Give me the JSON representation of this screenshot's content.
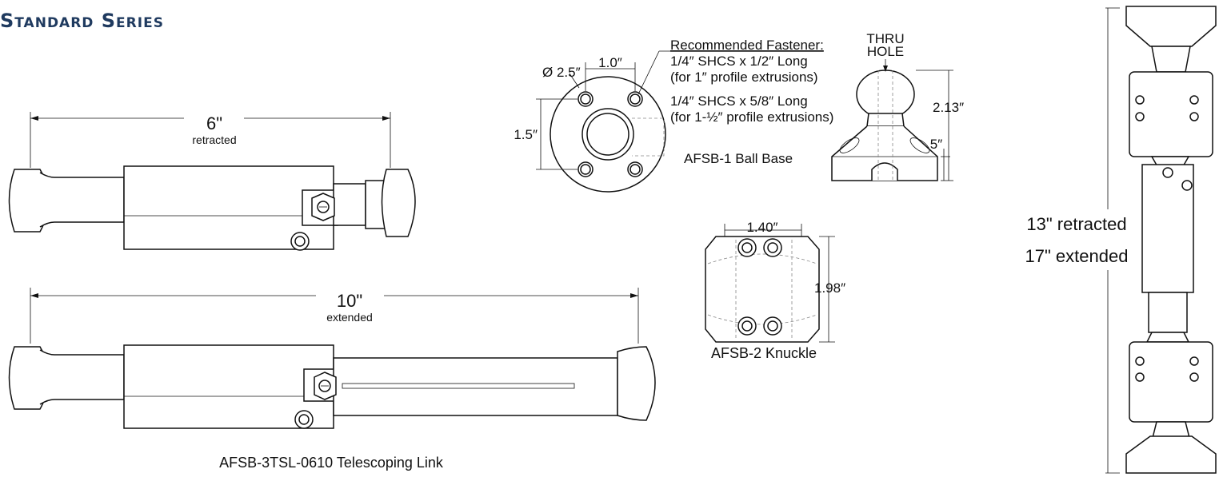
{
  "heading": "Standard Series",
  "telescoping_link": {
    "retracted_dim": "6\"",
    "retracted_note": "retracted",
    "extended_dim": "10\"",
    "extended_note": "extended",
    "caption": "AFSB-3TSL-0610 Telescoping Link"
  },
  "ball_base": {
    "diameter_label": "Ø 2.5″",
    "hole_spacing_label": "1.0″",
    "height_label": "1.5″",
    "fastener_title": "Recommended Fastener:",
    "fastener_lines": [
      "1/4″ SHCS x 1/2″ Long",
      "(for 1″ profile extrusions)",
      "1/4″ SHCS x 5/8″ Long",
      "(for 1-½″ profile extrusions)"
    ],
    "caption": "AFSB-1 Ball Base",
    "thru_line1": "THRU",
    "thru_line2": "HOLE",
    "total_height_label": "2.13″",
    "base_height_label": ".5″"
  },
  "knuckle": {
    "width_label": "1.40″",
    "height_label": "1.98″",
    "caption": "AFSB-2 Knuckle"
  },
  "assembly": {
    "retracted_label": "13\" retracted",
    "extended_label": "17\" extended"
  }
}
